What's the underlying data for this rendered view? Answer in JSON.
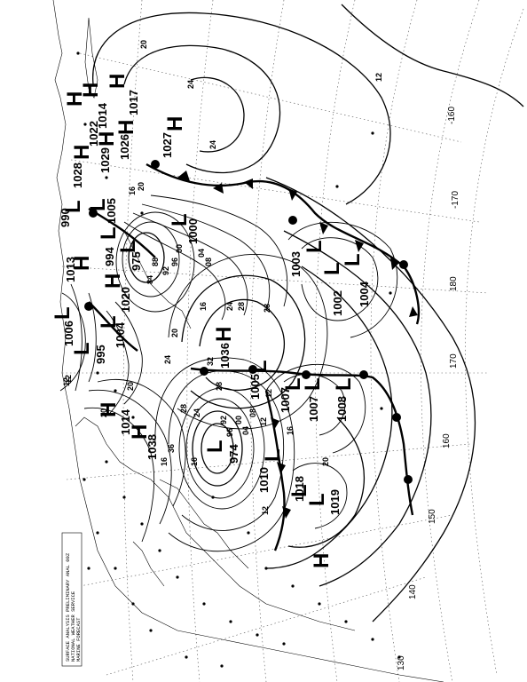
{
  "caption": {
    "lines": [
      "SURFACE ANALYSIS PRELIMINARY  ANAL 00Z",
      "NATIONAL WEATHER SERVICE",
      "MARINE FORECAST"
    ]
  },
  "centers": [
    {
      "type": "H",
      "pressure": "1027"
    },
    {
      "type": "H",
      "pressure": "1026"
    },
    {
      "type": "H",
      "pressure": "1029"
    },
    {
      "type": "H",
      "pressure": "1028"
    },
    {
      "type": "H",
      "pressure": "1017"
    },
    {
      "type": "H",
      "pressure": "1014"
    },
    {
      "type": "H",
      "pressure": "1022"
    },
    {
      "type": "L",
      "pressure": "1005"
    },
    {
      "type": "L",
      "pressure": "990"
    },
    {
      "type": "H",
      "pressure": "1013"
    },
    {
      "type": "L",
      "pressure": "994"
    },
    {
      "type": "L",
      "pressure": "975"
    },
    {
      "type": "L",
      "pressure": "1000"
    },
    {
      "type": "H",
      "pressure": "1020"
    },
    {
      "type": "L",
      "pressure": "1004"
    },
    {
      "type": "L",
      "pressure": "1006"
    },
    {
      "type": "L",
      "pressure": "995"
    },
    {
      "type": "L",
      "pressure": "1003"
    },
    {
      "type": "L",
      "pressure": "1002"
    },
    {
      "type": "L",
      "pressure": "1004"
    },
    {
      "type": "H",
      "pressure": "1036"
    },
    {
      "type": "L",
      "pressure": "1005"
    },
    {
      "type": "L",
      "pressure": "1007"
    },
    {
      "type": "L",
      "pressure": "1007"
    },
    {
      "type": "L",
      "pressure": "1008"
    },
    {
      "type": "H",
      "pressure": "1014"
    },
    {
      "type": "H",
      "pressure": "1038"
    },
    {
      "type": "L",
      "pressure": "974"
    },
    {
      "type": "L",
      "pressure": "1010"
    },
    {
      "type": "L",
      "pressure": "1018"
    },
    {
      "type": "L",
      "pressure": "1019"
    },
    {
      "type": "H",
      "pressure": ""
    }
  ],
  "isobar_labels": [
    "20",
    "24",
    "12",
    "12",
    "16",
    "20",
    "24",
    "28",
    "28",
    "32",
    "24",
    "20",
    "16",
    "08",
    "04",
    "00",
    "96",
    "92",
    "88",
    "84",
    "20",
    "16",
    "12",
    "08",
    "04",
    "00",
    "96",
    "92",
    "12",
    "16",
    "20",
    "24",
    "28",
    "36",
    "16",
    "12",
    "20",
    "24",
    "28",
    "12"
  ],
  "longitude_labels": [
    "-160",
    "-170",
    "180",
    "170",
    "160",
    "150",
    "140",
    "130"
  ],
  "icons": {
    "high": "high-pressure-icon",
    "low": "low-pressure-icon",
    "cold_front": "cold-front-icon",
    "warm_front": "warm-front-icon"
  }
}
